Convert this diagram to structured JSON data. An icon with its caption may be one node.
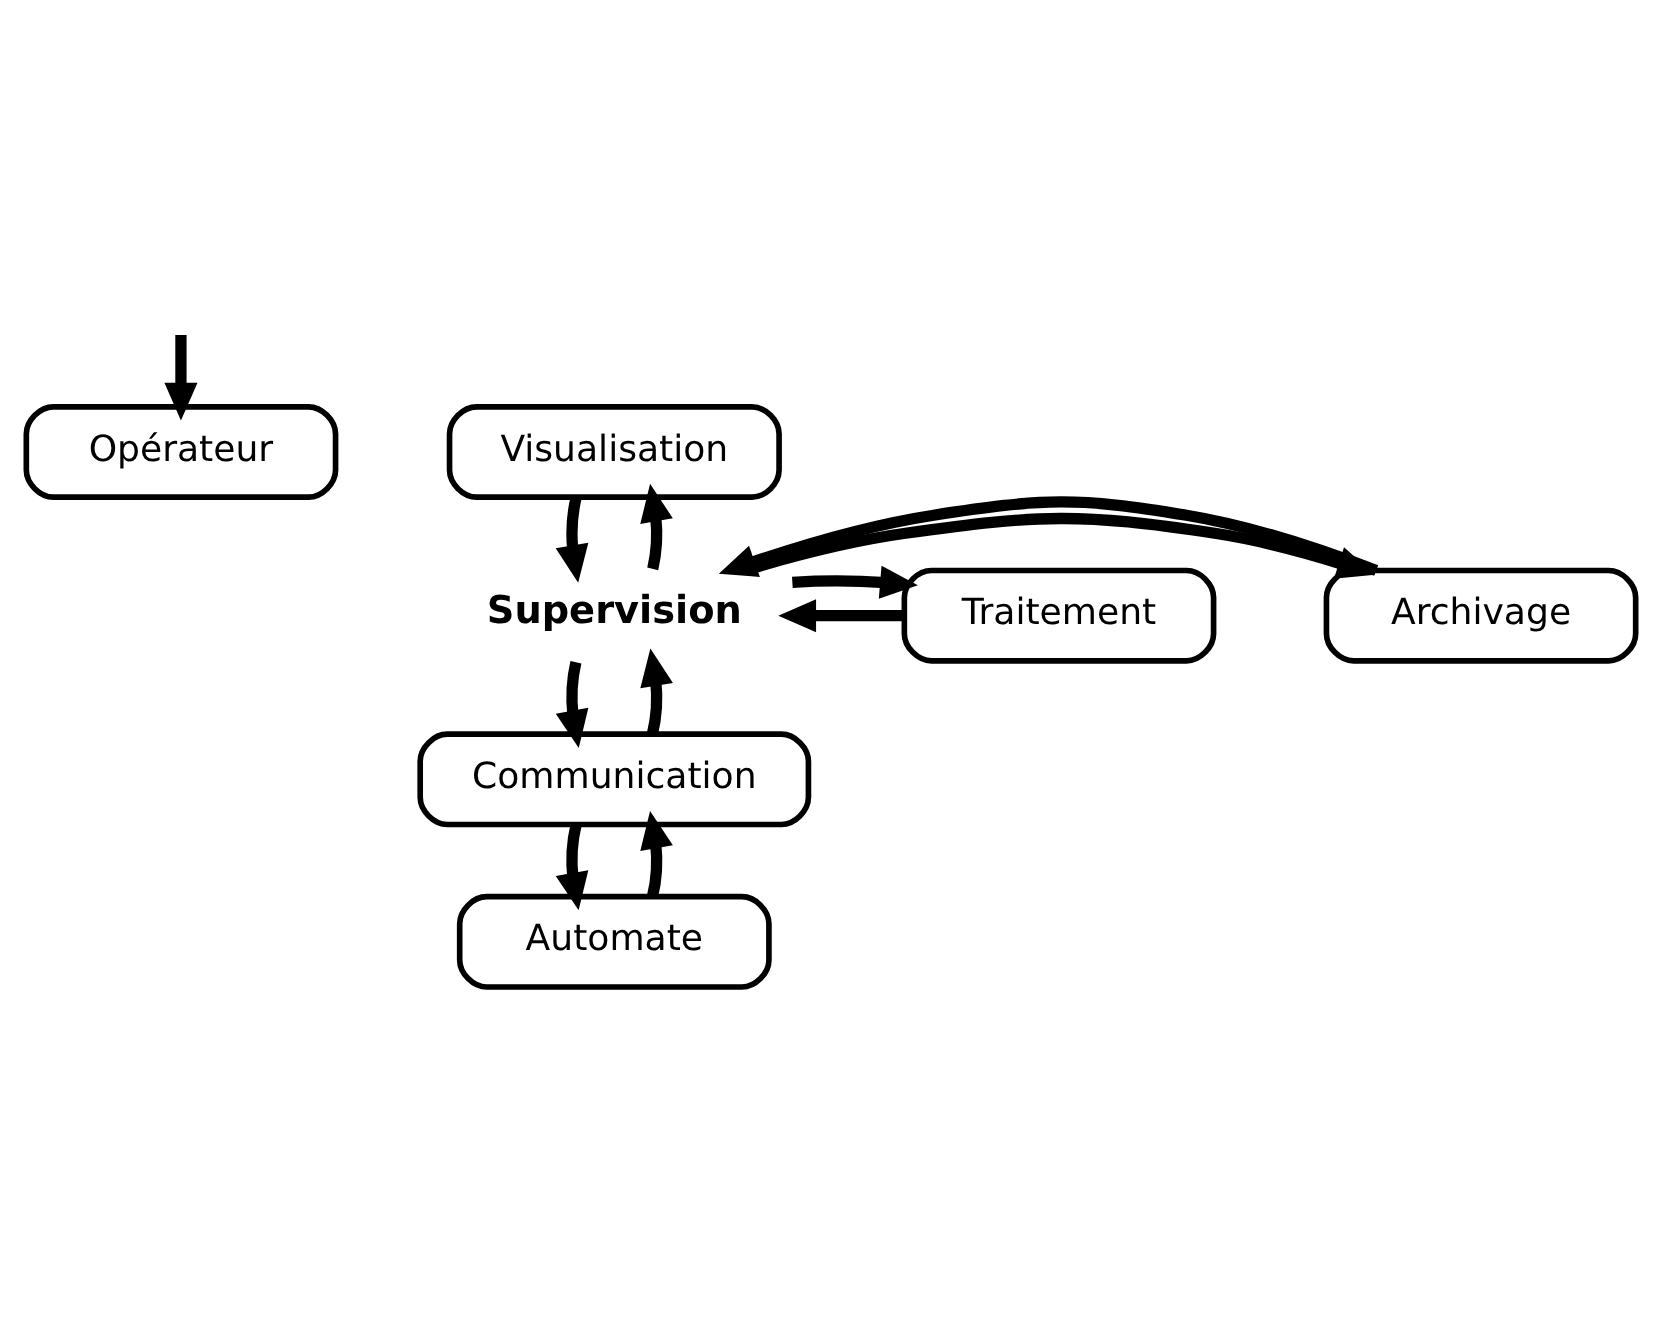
{
  "diagram": {
    "nodes": [
      {
        "text": [
          "Opérateur"
        ]
      },
      {
        "text": [
          "Visualisation"
        ]
      },
      {
        "text": [
          "Archivage"
        ]
      },
      {
        "text": [
          "Supervision"
        ]
      },
      {
        "text": [
          "Traitement"
        ]
      },
      {
        "text": [
          "Communication"
        ]
      },
      {
        "text": [
          "Automate"
        ]
      }
    ],
    "edges": [
      {
        "from": null,
        "to": 0,
        "arrow": "to"
      },
      {
        "from": 3,
        "to": 1,
        "arrow": "to"
      },
      {
        "from": 1,
        "to": 3,
        "arrow": "to"
      },
      {
        "from": 3,
        "to": 2,
        "arrow": "to"
      },
      {
        "from": 2,
        "to": 3,
        "arrow": "to"
      },
      {
        "from": 4,
        "to": 3,
        "arrow": "to"
      },
      {
        "from": 3,
        "to": 4,
        "arrow": "to"
      },
      {
        "from": 3,
        "to": 5,
        "arrow": "to"
      },
      {
        "from": 5,
        "to": 3,
        "arrow": "to"
      },
      {
        "from": 5,
        "to": 6,
        "arrow": "to"
      },
      {
        "from": 6,
        "to": 5,
        "arrow": "to"
      }
    ]
  }
}
